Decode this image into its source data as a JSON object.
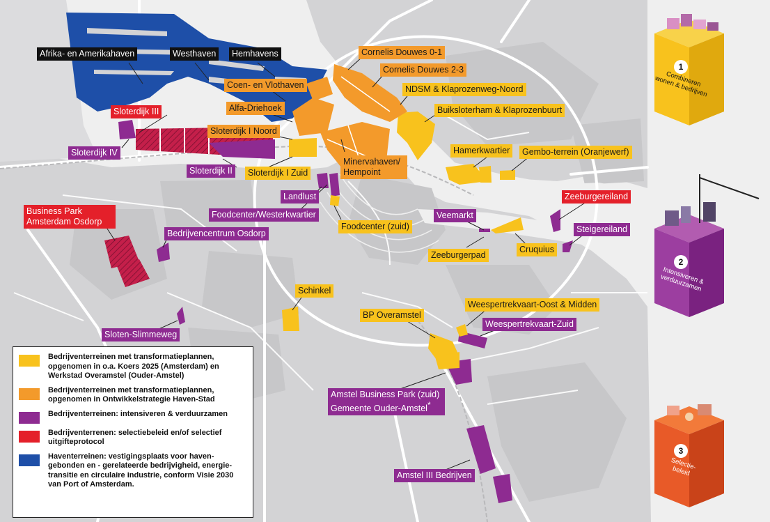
{
  "colors": {
    "yellow": "#f8c21d",
    "orange": "#f39a2b",
    "purple": "#8e2b91",
    "red": "#e4202a",
    "blue": "#1e4fa8",
    "land": "#d4d4d6",
    "water": "#f2f2f2",
    "road": "#ffffff"
  },
  "labels": {
    "afrika": "Afrika- en Amerikahaven",
    "westhaven": "Westhaven",
    "hemhavens": "Hemhavens",
    "cornelis01": "Cornelis Douwes 0-1",
    "cornelis23": "Cornelis Douwes 2-3",
    "coen": "Coen- en Vlothaven",
    "ndsm": "NDSM & Klaprozenweg-Noord",
    "alfa": "Alfa-Driehoek",
    "buiksloterham": "Buiksloterham & Klaprozenbuurt",
    "sloterdijk3": "Sloterdijk III",
    "sloterdijk1noord": "Sloterdijk I Noord",
    "sloterdijk4": "Sloterdijk IV",
    "hamerkwartier": "Hamerkwartier",
    "gembo": "Gembo-terrein (Oranjewerf)",
    "minerva1": "Minervahaven/",
    "minerva2": "Hempoint",
    "sloterdijk2": "Sloterdijk II",
    "sloterdijk1zuid": "Sloterdijk I Zuid",
    "landlust": "Landlust",
    "zeeburgereiland": "Zeeburgereiland",
    "business1": "Business Park",
    "business2": "Amsterdam Osdorp",
    "foodcenterwest": "Foodcenter/Westerkwartier",
    "veemarkt": "Veemarkt",
    "steigereiland": "Steigereiland",
    "foodcenterzuid": "Foodcenter (zuid)",
    "bedrijvencentrum": "Bedrijvencentrum Osdorp",
    "zeeburgerpad": "Zeeburgerpad",
    "cruquius": "Cruquius",
    "schinkel": "Schinkel",
    "weesperoost": "Weespertrekvaart-Oost & Midden",
    "bpoveramstel": "BP Overamstel",
    "weesperzuid": "Weespertrekvaart-Zuid",
    "sloten": "Sloten-Slimmeweg",
    "amstelbp1": "Amstel Business Park (zuid)",
    "amstelbp2": "Gemeente Ouder-Amstel",
    "amstelbp_star": "*",
    "amstel3": "Amstel III Bedrijven"
  },
  "legend": [
    {
      "color": "#f8c21d",
      "text": "Bedrijventerreinen met transformatieplannen, opgenomen in o.a. Koers 2025 (Amsterdam) en Werkstad Overamstel (Ouder-Amstel)"
    },
    {
      "color": "#f39a2b",
      "text": "Bedrijventerreinen met transformatieplannen, opgenomen in Ontwikkelstrategie Haven-Stad"
    },
    {
      "color": "#8e2b91",
      "text": "Bedrijventerreinen: intensiveren & verduurzamen"
    },
    {
      "color": "#e4202a",
      "text": "Bedrijventerrenen: selectiebeleid en/of selectief uitgifteprotocol"
    },
    {
      "color": "#1e4fa8",
      "text": "Haventerreinen: vestigingsplaats voor haven-gebonden en - gerelateerde bedrijvigheid, energie-transitie en circulaire industrie, conform Visie 2030 van Port of Amsterdam."
    }
  ],
  "cubes": [
    {
      "number": "1",
      "line1": "Combineren",
      "line2": "wonen & bedrijven",
      "color": "#f8c21d"
    },
    {
      "number": "2",
      "line1": "Intensiveren &",
      "line2": "verduurzamen",
      "color": "#8e2b91"
    },
    {
      "number": "3",
      "line1": "Selectie-",
      "line2": "beleid",
      "color": "#e4202a"
    }
  ]
}
